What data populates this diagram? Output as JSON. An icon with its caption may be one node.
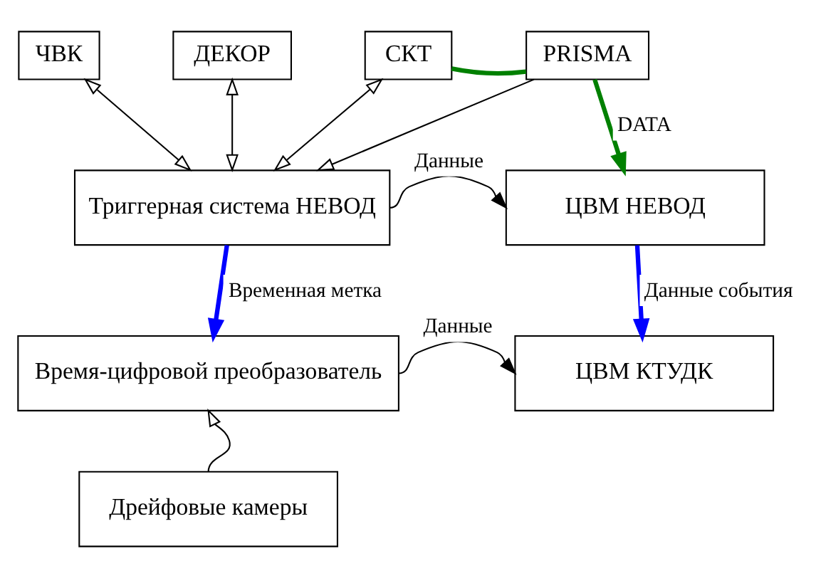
{
  "diagram": {
    "nodes": [
      {
        "text": [
          "ЧВК"
        ]
      },
      {
        "text": [
          "ДЕКОР"
        ]
      },
      {
        "text": [
          "СКТ"
        ]
      },
      {
        "text": [
          "PRISMA"
        ]
      },
      {
        "text": [
          "Триггерная система НЕВОД"
        ]
      },
      {
        "text": [
          "ЦВМ НЕВОД"
        ]
      },
      {
        "text": [
          "Время-цифровой преобразователь"
        ]
      },
      {
        "text": [
          "ЦВМ КТУДК"
        ]
      },
      {
        "text": [
          "Дрейфовые камеры"
        ]
      }
    ],
    "edges": [
      {
        "from": 0,
        "to": 4,
        "arrow": "both"
      },
      {
        "from": 1,
        "to": 4,
        "arrow": "both"
      },
      {
        "from": 2,
        "to": 4,
        "arrow": "both"
      },
      {
        "from": 3,
        "to": 4,
        "arrow": "to"
      },
      {
        "from": 2,
        "to": 3,
        "arrow": "none",
        "style": "thick",
        "color": "#008000"
      },
      {
        "from": 3,
        "to": 5,
        "arrow": "to",
        "label": "DATA",
        "style": "thick",
        "color": "#008000"
      },
      {
        "from": 4,
        "to": 5,
        "arrow": "to",
        "label": "Данные"
      },
      {
        "from": 4,
        "to": 6,
        "arrow": "to",
        "label": "Временная метка",
        "style": "thick",
        "color": "#0000ff"
      },
      {
        "from": 5,
        "to": 7,
        "arrow": "to",
        "label": "Данные события",
        "style": "thick",
        "color": "#0000ff"
      },
      {
        "from": 6,
        "to": 7,
        "arrow": "to",
        "label": "Данные"
      },
      {
        "from": 8,
        "to": 6,
        "arrow": "to"
      }
    ]
  }
}
